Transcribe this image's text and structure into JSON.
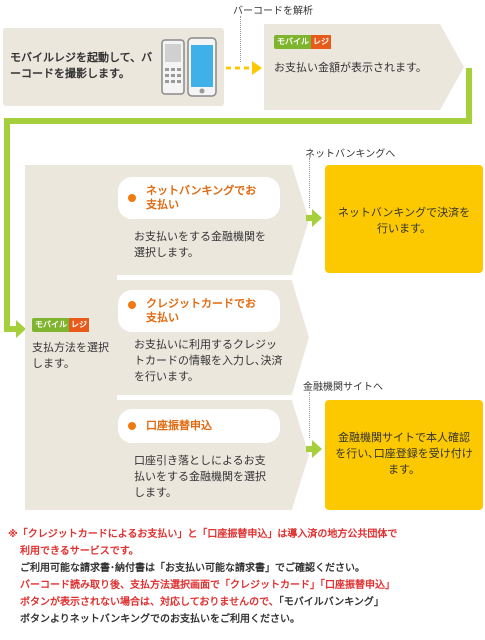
{
  "step1": {
    "text": "モバイルレジを起動して、バーコードを撮影します。"
  },
  "top_label": "バーコードを解析",
  "step2": {
    "logo": "モバイル",
    "logo_tag": "レジ",
    "text": "お支払い金額が表示されます。"
  },
  "left": {
    "logo": "モバイル",
    "logo_tag": "レジ",
    "text": "支払方法を選択します。"
  },
  "options": [
    {
      "title": "ネットバンキングでお支払い",
      "desc": "お支払いをする金融機関を選択します。"
    },
    {
      "title": "クレジットカードでお支払い",
      "desc": "お支払いに利用するクレジットカードの情報を入力し､決済を行います。"
    },
    {
      "title": "口座振替申込",
      "desc": "口座引き落としによるお支払いをする金融機関を選択します。"
    }
  ],
  "netbank_label": "ネットバンキングへ",
  "netbank_result": "ネットバンキングで決済を行います。",
  "bank_label": "金融機関サイトへ",
  "bank_result": "金融機関サイトで本人確認を行い､口座登録を受け付けます。",
  "notes": {
    "line1": "※「クレジットカードによるお支払い」と「口座振替申込」は導入済の地方公共団体で",
    "line2": "利用できるサービスです。",
    "line3": "ご利用可能な請求書･納付書は「お支払い可能な請求書」でご確認ください。",
    "line4": "バーコード読み取り後、支払方法選択画面で「クレジットカード」「口座振替申込」",
    "line5a": "ボタンが表示されない場合は、対応しておりませんので、",
    "line5b": "「モバイルバンキング」",
    "line6": "ボタンよりネットバンキングでのお支払いをご利用ください。"
  },
  "colors": {
    "accent_green": "#a6cf3c",
    "orange": "#ee7a10",
    "yellow": "#fcc800",
    "beige": "#ece7dd",
    "red": "#e03030"
  }
}
